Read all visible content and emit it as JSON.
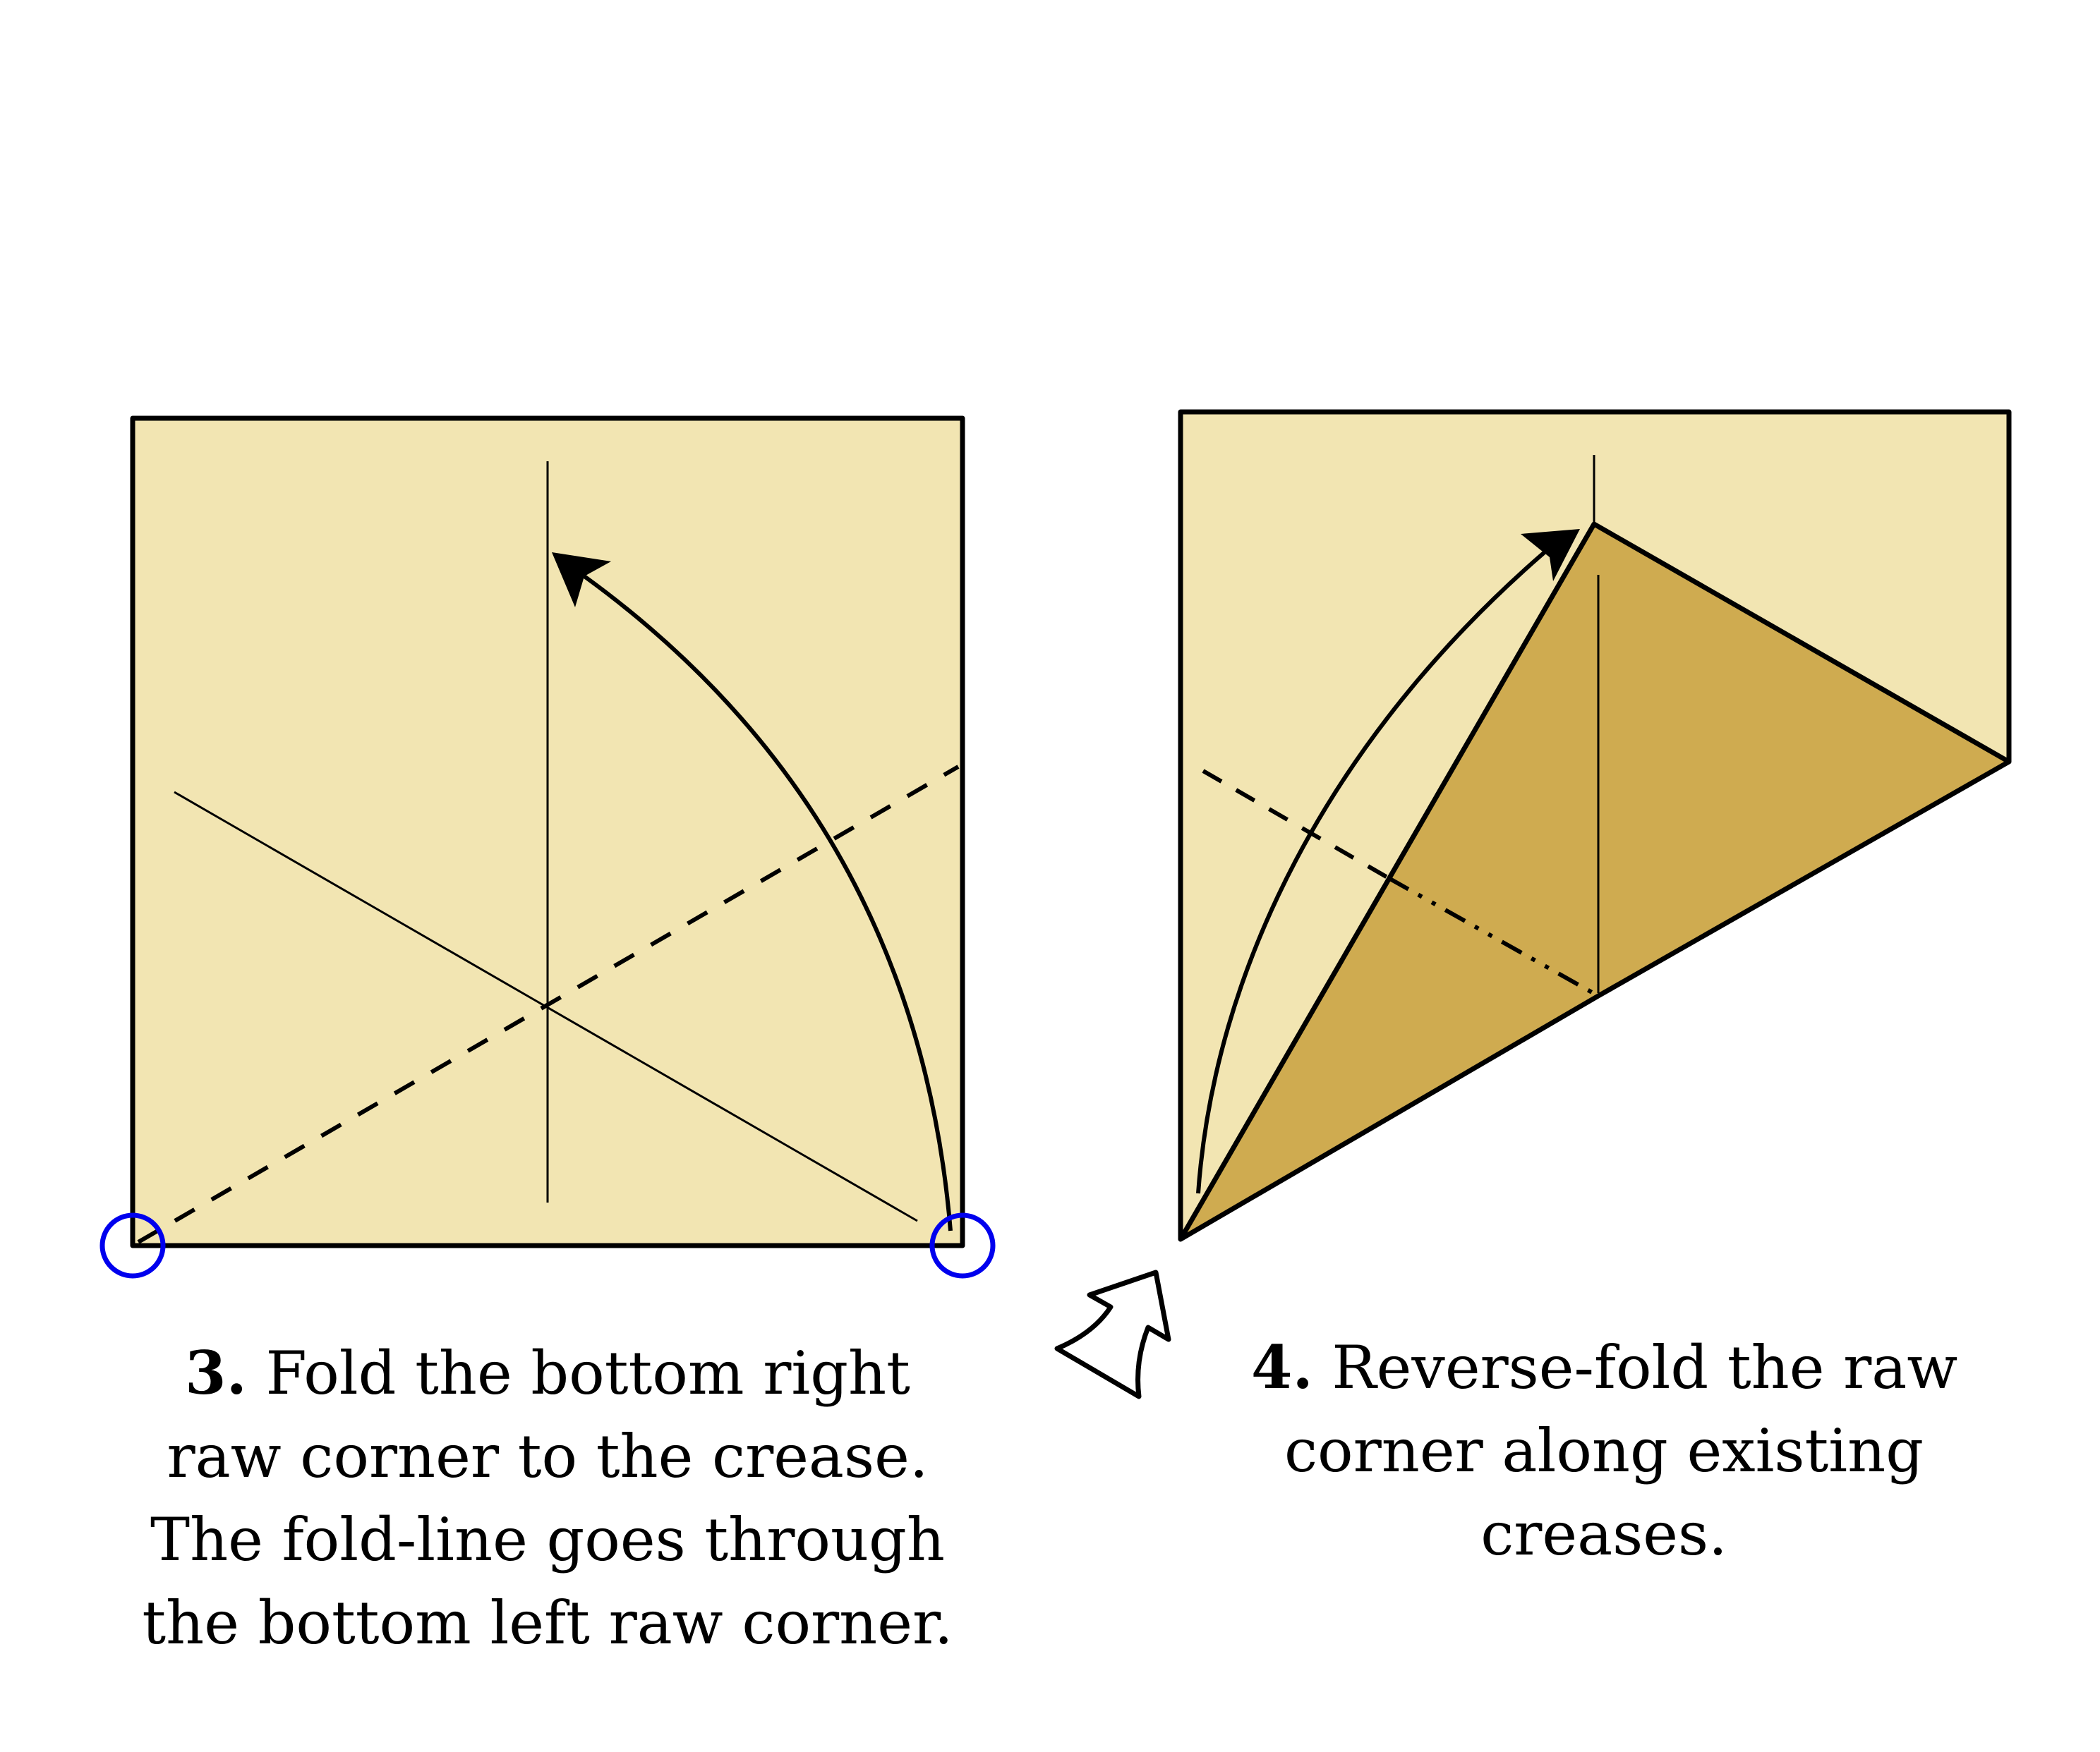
{
  "steps": [
    {
      "number": "3.",
      "lines": [
        "Fold the bottom right",
        "raw corner to the crease.",
        "The fold-line goes through",
        "the bottom left raw corner."
      ]
    },
    {
      "number": "4.",
      "lines": [
        "Reverse-fold the raw",
        "corner along existing",
        "creases."
      ]
    }
  ],
  "colors": {
    "paper_front": "#F2E5B2",
    "paper_back": "#CFAB50",
    "outline": "#000000",
    "reference_circle": "#0000EE"
  },
  "fold_types": {
    "valley_fold": "dashed",
    "mountain_fold": "dash-dot-dot",
    "existing_crease": "thin-solid"
  }
}
